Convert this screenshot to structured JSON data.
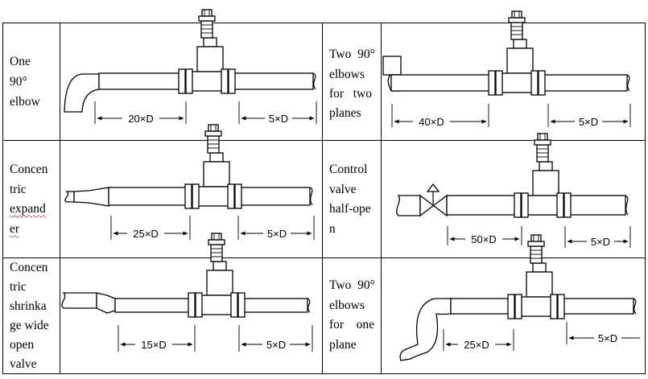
{
  "cells": [
    {
      "label_lines": [
        "One",
        "90°",
        "elbow"
      ],
      "dim_upstream": "20×D",
      "dim_downstream": "5×D"
    },
    {
      "label_lines": [
        "Two  90°",
        "elbows",
        "for   two",
        "planes"
      ],
      "dim_upstream": "40×D",
      "dim_downstream": "5×D"
    },
    {
      "label_lines": [
        "Concen",
        "tric",
        "expand",
        "er"
      ],
      "dim_upstream": "25×D",
      "dim_downstream": "5×D"
    },
    {
      "label_lines": [
        "Control",
        "valve",
        "half-ope",
        "n"
      ],
      "dim_upstream": "50×D",
      "dim_downstream": "5×D"
    },
    {
      "label_lines": [
        "Concen",
        "tric",
        "shrinka",
        "ge wide",
        "open",
        "valve"
      ],
      "dim_upstream": "15×D",
      "dim_downstream": "5×D"
    },
    {
      "label_lines": [
        "Two  90°",
        "elbows",
        "for    one",
        "plane"
      ],
      "dim_upstream": "25×D",
      "dim_downstream": "5×D"
    }
  ]
}
